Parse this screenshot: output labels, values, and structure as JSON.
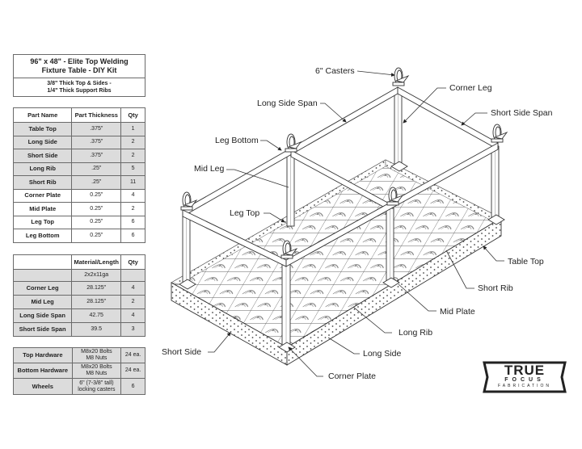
{
  "title": {
    "line1": "96\" x 48\" - Elite Top Welding",
    "line2": "Fixture Table - DIY Kit",
    "sub1": "3/8\" Thick Top & Sides -",
    "sub2": "1/4\" Thick Support Ribs"
  },
  "parts_table": {
    "headers": [
      "Part Name",
      "Part Thickness",
      "Qty"
    ],
    "rows": [
      {
        "name": "Table Top",
        "thickness": ".375\"",
        "qty": "1"
      },
      {
        "name": "Long Side",
        "thickness": ".375\"",
        "qty": "2"
      },
      {
        "name": "Short Side",
        "thickness": ".375\"",
        "qty": "2"
      },
      {
        "name": "Long Rib",
        "thickness": ".25\"",
        "qty": "5"
      },
      {
        "name": "Short Rib",
        "thickness": ".25\"",
        "qty": "11"
      },
      {
        "name": "Corner Plate",
        "thickness": "0.25\"",
        "qty": "4"
      },
      {
        "name": "Mid Plate",
        "thickness": "0.25\"",
        "qty": "2"
      },
      {
        "name": "Leg Top",
        "thickness": "0.25\"",
        "qty": "6"
      },
      {
        "name": "Leg Bottom",
        "thickness": "0.25\"",
        "qty": "6"
      }
    ]
  },
  "material_table": {
    "headers": [
      "",
      "Material/Length",
      "Qty"
    ],
    "material_row": {
      "name": "",
      "material": "2x2x11ga",
      "qty": ""
    },
    "rows": [
      {
        "name": "Corner Leg",
        "length": "28.125\"",
        "qty": "4"
      },
      {
        "name": "Mid Leg",
        "length": "28.125\"",
        "qty": "2"
      },
      {
        "name": "Long Side Span",
        "length": "42.75",
        "qty": "4"
      },
      {
        "name": "Short Side Span",
        "length": "39.5",
        "qty": "3"
      }
    ]
  },
  "hardware_table": {
    "rows": [
      {
        "name": "Top Hardware",
        "desc1": "M8x20 Bolts",
        "desc2": "M8 Nuts",
        "qty": "24 ea."
      },
      {
        "name": "Bottom Hardware",
        "desc1": "M8x20 Bolts",
        "desc2": "M8 Nuts",
        "qty": "24 ea."
      },
      {
        "name": "Wheels",
        "desc1": "6\" (7-3/8\" tall)",
        "desc2": "locking casters",
        "qty": "6"
      }
    ]
  },
  "callouts": {
    "casters": "6\" Casters",
    "corner_leg": "Corner Leg",
    "long_side_span": "Long Side Span",
    "short_side_span": "Short Side Span",
    "leg_bottom": "Leg Bottom",
    "mid_leg": "Mid Leg",
    "leg_top": "Leg Top",
    "table_top": "Table Top",
    "short_rib": "Short Rib",
    "mid_plate": "Mid Plate",
    "long_rib": "Long Rib",
    "short_side": "Short Side",
    "long_side": "Long Side",
    "corner_plate": "Corner Plate"
  },
  "logo": {
    "line1": "TRUE",
    "line2": "FOCUS",
    "line3": "FABRICATION"
  }
}
